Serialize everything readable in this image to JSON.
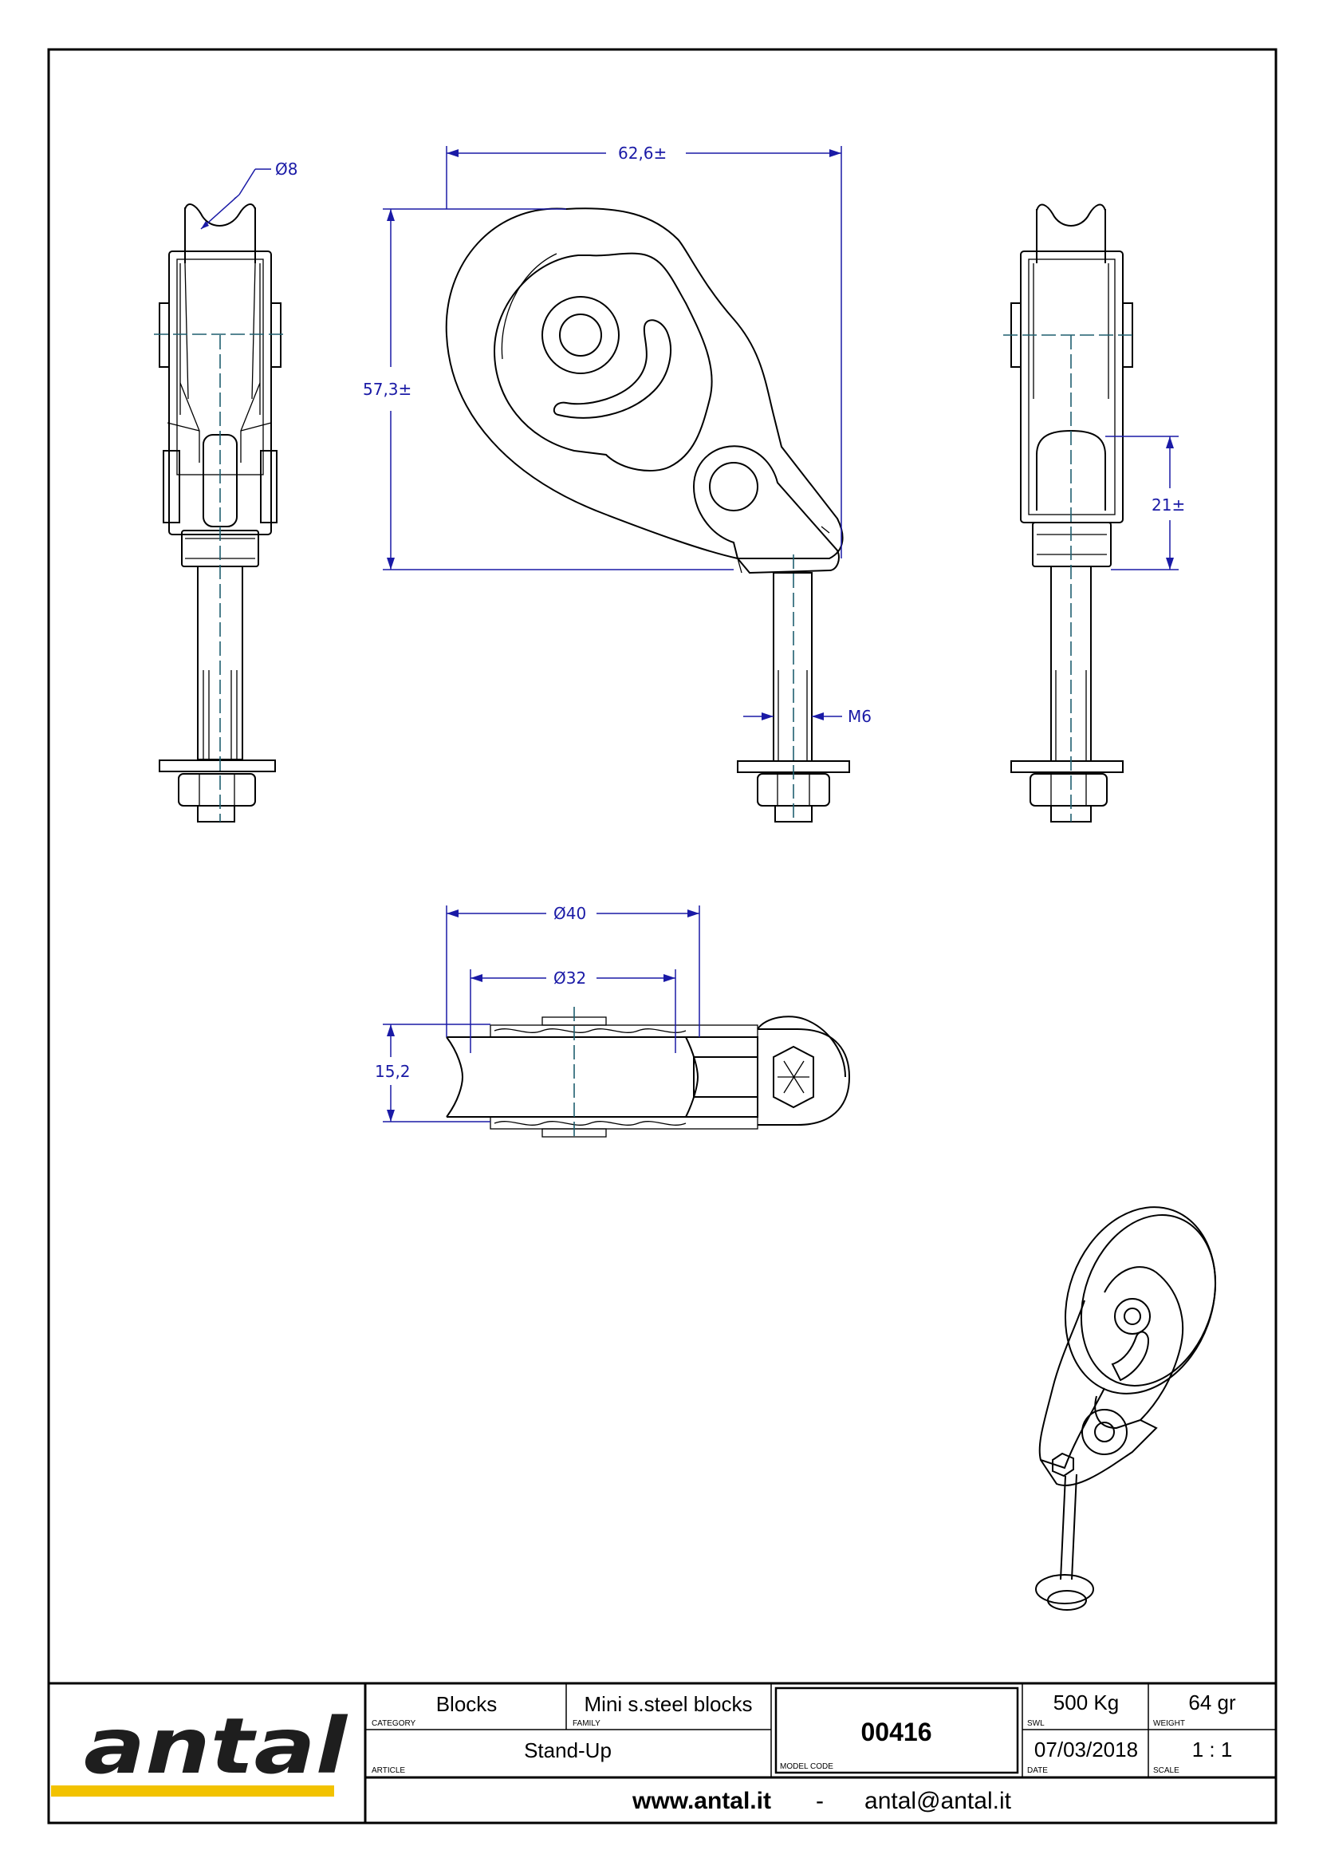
{
  "dimensions": {
    "rope_diameter": "Ø8",
    "overall_width": "62,6±",
    "overall_height": "57,3±",
    "offset_height": "21±",
    "thread": "M6",
    "outer_diameter": "Ø40",
    "inner_diameter": "Ø32",
    "sheave_width": "15,2"
  },
  "title_block": {
    "logo": "antal",
    "category": {
      "value": "Blocks",
      "label": "CATEGORY"
    },
    "family": {
      "value": "Mini s.steel blocks",
      "label": "FAMILY"
    },
    "article": {
      "value": "Stand-Up",
      "label": "ARTICLE"
    },
    "model_code": {
      "value": "00416",
      "label": "MODEL CODE"
    },
    "swl": {
      "value": "500 Kg",
      "label": "SWL"
    },
    "weight": {
      "value": "64 gr",
      "label": "WEIGHT"
    },
    "date": {
      "value": "07/03/2018",
      "label": "DATE"
    },
    "scale": {
      "value": "1 : 1",
      "label": "SCALE"
    },
    "website": "www.antal.it",
    "separator": "-",
    "email": "antal@antal.it"
  },
  "colors": {
    "dimension": "#1a1aa6",
    "centerline": "#1f5f6f",
    "logo_bar": "#f2c200"
  }
}
